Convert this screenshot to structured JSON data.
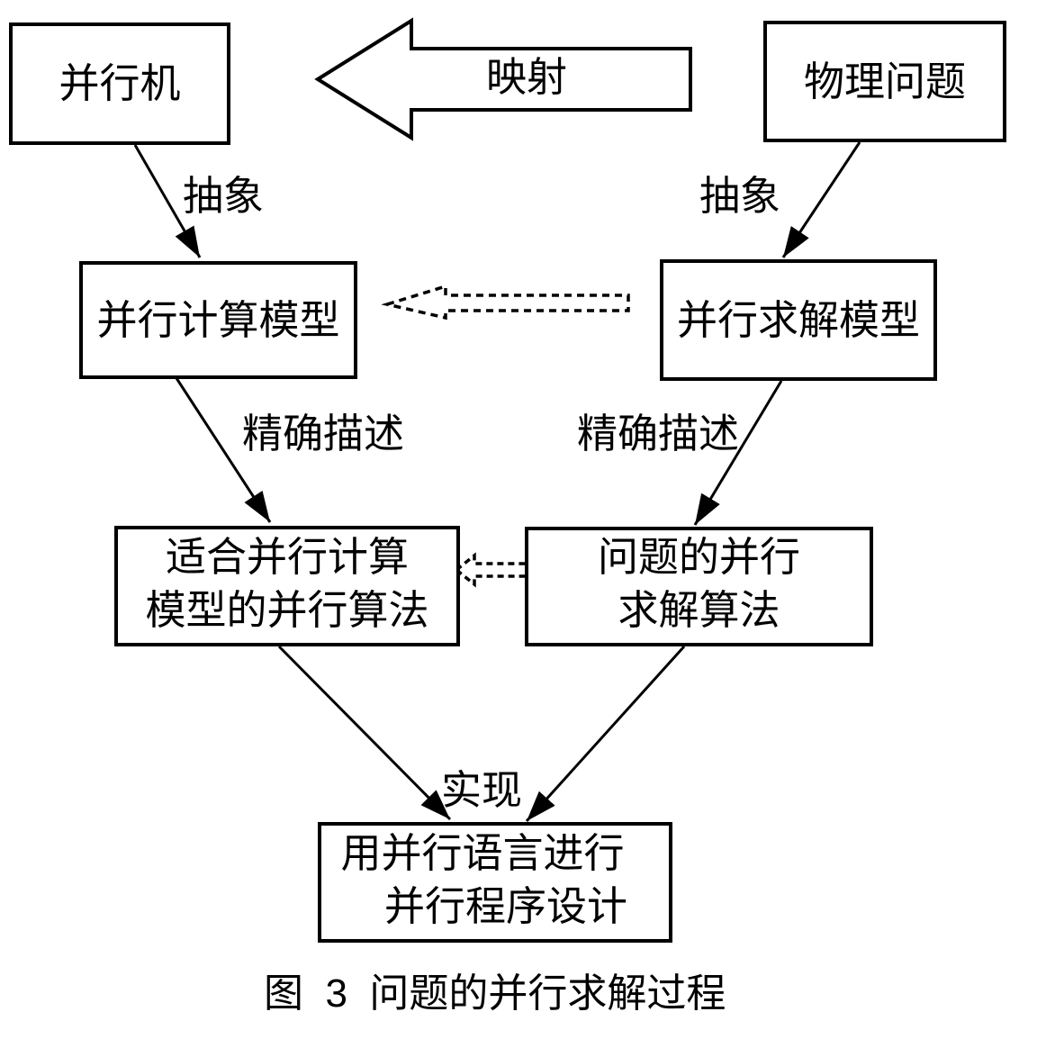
{
  "figure": {
    "caption": "图  3  问题的并行求解过程"
  },
  "nodes": {
    "parallel_machine": "并行机",
    "physical_problem": "物理问题",
    "parallel_computing_model": "并行计算模型",
    "parallel_solving_model": "并行求解模型",
    "suitable_algorithm_line1": "适合并行计算",
    "suitable_algorithm_line2": "模型的并行算法",
    "problem_algorithm_line1": "问题的并行",
    "problem_algorithm_line2": "求解算法",
    "programming_line1": "用并行语言进行",
    "programming_line2": "并行程序设计"
  },
  "edge_labels": {
    "mapping": "映射",
    "abstract_left": "抽象",
    "abstract_right": "抽象",
    "describe_left": "精确描述",
    "describe_right": "精确描述",
    "implement": "实现"
  },
  "colors": {
    "line": "#000000",
    "background": "#ffffff"
  }
}
